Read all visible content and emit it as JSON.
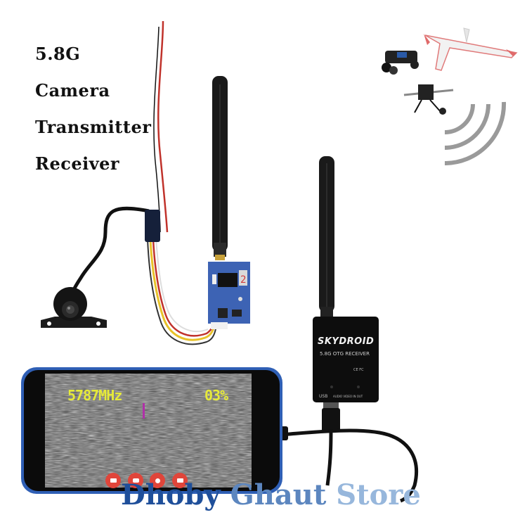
{
  "headline": {
    "lines": [
      "5.8G",
      "Camera",
      "Transmitter",
      "Receiver"
    ]
  },
  "receiver": {
    "brand": "SKYDROID",
    "model": "5.8G OTG RECEIVER",
    "badge": "CE FC",
    "port_label": "USB",
    "port_desc": "AUDIO VIDEO IN OUT"
  },
  "phone_screen": {
    "frequency": "5787MHz",
    "signal": "03%",
    "controls": [
      {
        "icon": "video-record-icon"
      },
      {
        "icon": "camera-icon"
      },
      {
        "icon": "settings-icon"
      },
      {
        "icon": "picture-in-picture-icon"
      }
    ]
  },
  "watermark": {
    "words": [
      "Dhoby",
      "Ghaut",
      "Store"
    ]
  },
  "colors": {
    "osd_yellow": "#e6ea3a",
    "control_red": "#e0453a",
    "watermark_dark": "#1f4f9a",
    "watermark_mid": "#5c86bf",
    "watermark_light": "#97b7dc",
    "pcb_blue": "#3d63b4"
  }
}
